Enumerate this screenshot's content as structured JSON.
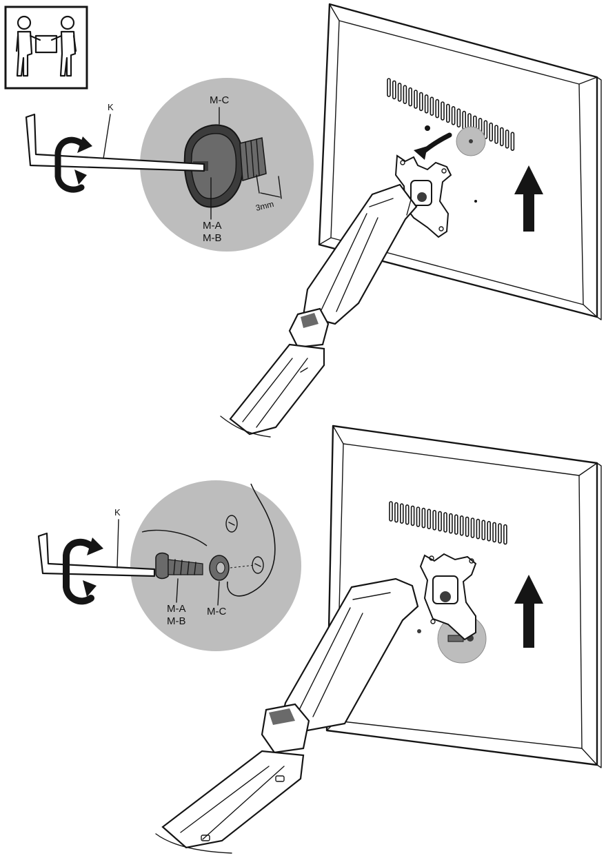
{
  "colors": {
    "ink": "#151515",
    "detail_circle": "#bdbdbd",
    "dark_part": "#6a6a6a",
    "darker_part": "#3c3c3c",
    "paper": "#ffffff"
  },
  "icons": [
    "two-person-lift-icon",
    "rotate-arrow-icon",
    "up-arrow-icon",
    "curved-arrow-icon"
  ],
  "step1": {
    "tool_label": "K",
    "detail": {
      "cap_label": "M-C",
      "screw_label_a": "M-A",
      "screw_label_b": "M-B",
      "gap_label": "3mm"
    }
  },
  "step2": {
    "tool_label": "K",
    "detail": {
      "screw_label_a": "M-A",
      "screw_label_b": "M-B",
      "washer_label": "M-C"
    }
  }
}
